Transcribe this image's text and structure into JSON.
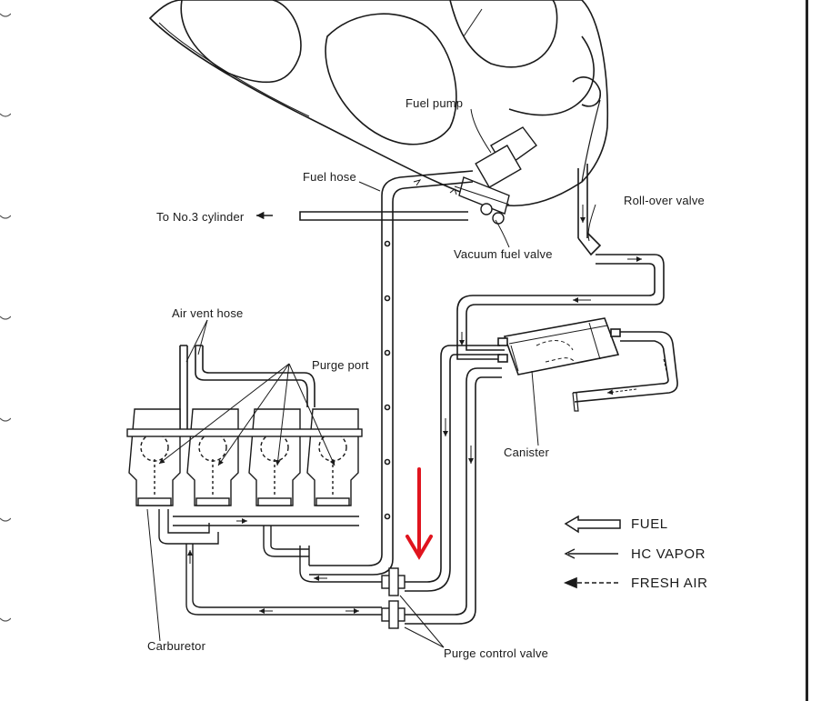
{
  "labels": {
    "fuel_pump": "Fuel pump",
    "fuel_hose": "Fuel hose",
    "to_no3_cylinder": "To No.3 cylinder",
    "roll_over_valve": "Roll-over valve",
    "vacuum_fuel_valve": "Vacuum fuel valve",
    "air_vent_hose": "Air vent hose",
    "purge_port": "Purge port",
    "canister": "Canister",
    "carburetor": "Carburetor",
    "purge_control_valve": "Purge control valve"
  },
  "legend": {
    "fuel": "FUEL",
    "hc_vapor": "HC VAPOR",
    "fresh_air": "FRESH AIR"
  },
  "colors": {
    "line": "#1a1a1a",
    "annotation_arrow": "#e0141e",
    "background": "#ffffff"
  }
}
